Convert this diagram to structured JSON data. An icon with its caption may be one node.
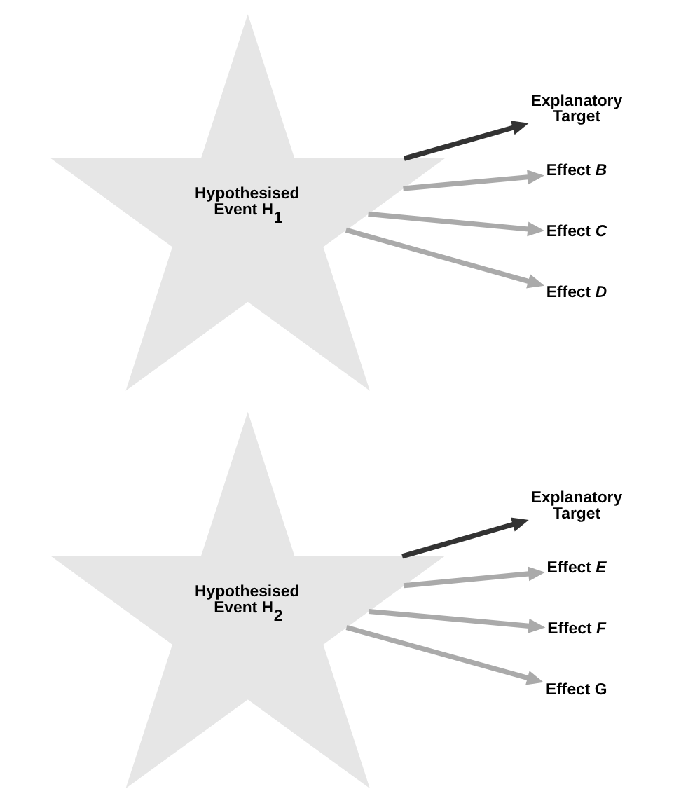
{
  "diagram": {
    "nodes": [
      {
        "text": [
          "Hypothesised Event H$_{1}$"
        ]
      },
      {
        "text": [
          "Explanatory Target"
        ]
      },
      {
        "text": [
          "Effect *B*"
        ]
      },
      {
        "text": [
          "Effect *C*"
        ]
      },
      {
        "text": [
          "Effect *D*"
        ]
      },
      {
        "text": [
          "Hypothesised Event H$_{2}$"
        ]
      },
      {
        "text": [
          "Explanatory Target"
        ]
      },
      {
        "text": [
          "Effect *E*"
        ]
      },
      {
        "text": [
          "Effect *F*"
        ]
      },
      {
        "text": [
          "Effect G"
        ]
      }
    ],
    "edges": [
      {
        "from": 0,
        "to": 1,
        "arrow": "to",
        "color": "#333333"
      },
      {
        "from": 0,
        "to": 2,
        "arrow": "to"
      },
      {
        "from": 0,
        "to": 3,
        "arrow": "to"
      },
      {
        "from": 0,
        "to": 4,
        "arrow": "to"
      },
      {
        "from": 5,
        "to": 6,
        "arrow": "to",
        "color": "#333333"
      },
      {
        "from": 5,
        "to": 7,
        "arrow": "to"
      },
      {
        "from": 5,
        "to": 8,
        "arrow": "to"
      },
      {
        "from": 5,
        "to": 9,
        "arrow": "to"
      }
    ]
  }
}
